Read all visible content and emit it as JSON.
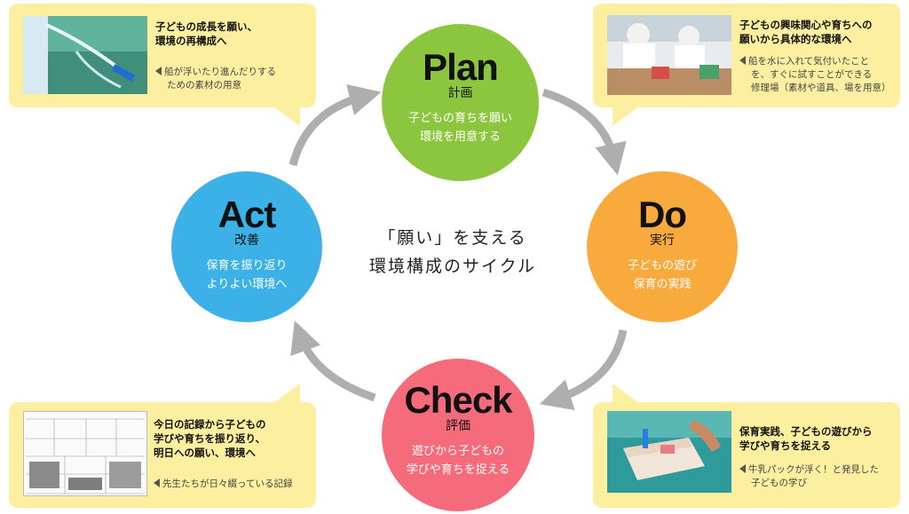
{
  "center": {
    "line1": "「願い」を支える",
    "line2": "環境構成のサイクル"
  },
  "cycle": {
    "plan": {
      "title": "Plan",
      "jp": "計画",
      "desc1": "子どもの育ちを願い",
      "desc2": "環境を用意する",
      "color": "#8cc63f"
    },
    "do": {
      "title": "Do",
      "jp": "実行",
      "desc1": "子どもの遊び",
      "desc2": "保育の実践",
      "color": "#f9aa3c"
    },
    "check": {
      "title": "Check",
      "jp": "評価",
      "desc1": "遊びから子どもの",
      "desc2": "学びや育ちを捉える",
      "color": "#f56b7b"
    },
    "act": {
      "title": "Act",
      "jp": "改善",
      "desc1": "保育を振り返り",
      "desc2": "よりよい環境へ",
      "color": "#3cb1e8"
    }
  },
  "notes": {
    "top_left": {
      "title1": "子どもの成長を願い、",
      "title2": "環境の再構成へ",
      "sub1": "船が浮いたり進んだりする",
      "sub2": "ための素材の用意"
    },
    "top_right": {
      "title1": "子どもの興味関心や育ちへの",
      "title2": "願いから具体的な環境へ",
      "sub1": "船を水に入れて気付いたこと",
      "sub2": "を、すぐに試すことができる",
      "sub3": "修理場（素材や道具、場を用意）"
    },
    "bottom_left": {
      "title1": "今日の記録から子どもの",
      "title2": "学びや育ちを振り返り、",
      "title3": "明日への願い、環境へ",
      "sub1": "先生たちが日々綴っている記録"
    },
    "bottom_right": {
      "title1": "保育実践、子どもの遊びから",
      "title2": "学びや育ちを捉える",
      "sub1": "牛乳パックが浮く！と発見した",
      "sub2": "子どもの学び"
    }
  },
  "colors": {
    "note_bg": "#fdefa0",
    "arrow": "#aeaeae"
  }
}
